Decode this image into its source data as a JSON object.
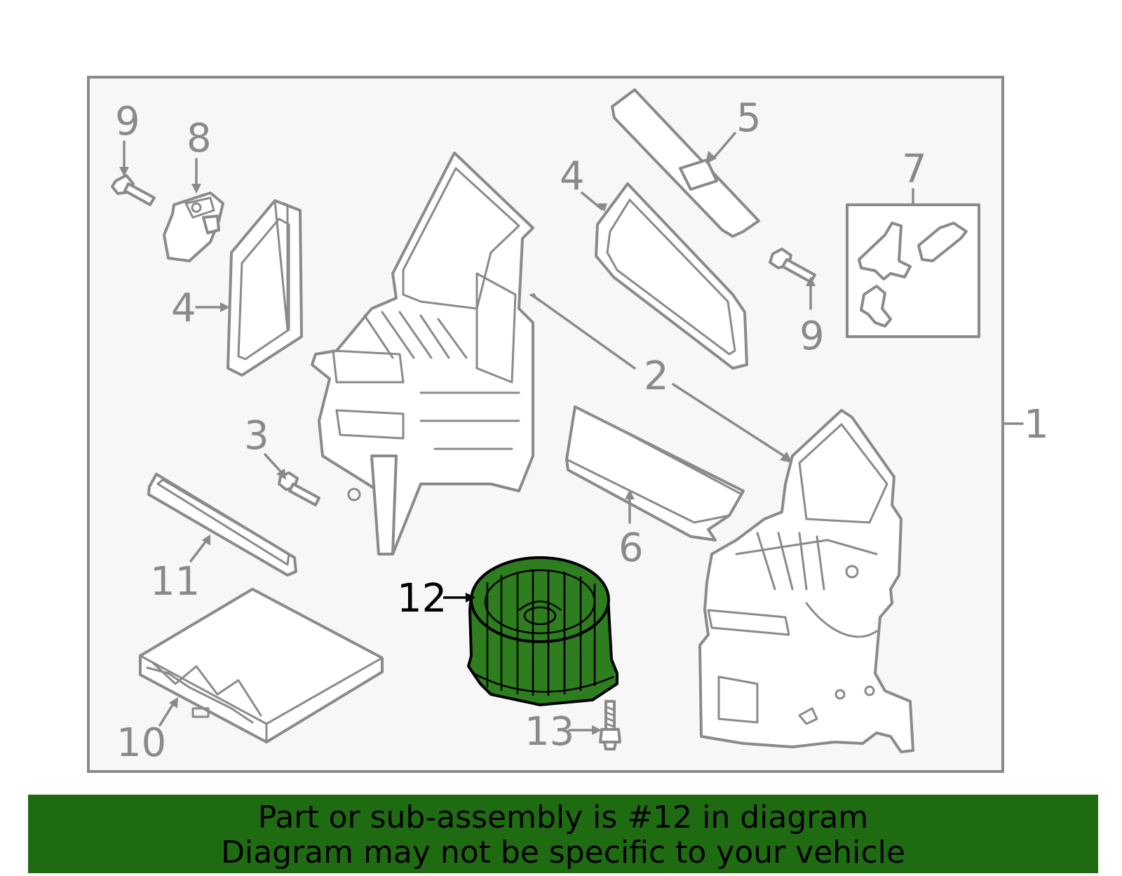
{
  "diagram": {
    "callouts": {
      "c1": "1",
      "c2": "2",
      "c3": "3",
      "c4a": "4",
      "c4b": "4",
      "c5": "5",
      "c6": "6",
      "c7": "7",
      "c8": "8",
      "c9a": "9",
      "c9b": "9",
      "c10": "10",
      "c11": "11",
      "c12": "12",
      "c13": "13"
    },
    "highlighted_part": "12",
    "highlight_color": "#2e7d1e",
    "line_color": "#8a8a8a",
    "frame_fill": "#f7f7f7"
  },
  "banner": {
    "line1": "Part or sub-assembly is #12 in diagram",
    "line2": "Diagram may not be specific to your vehicle",
    "background": "#1f6b12"
  }
}
